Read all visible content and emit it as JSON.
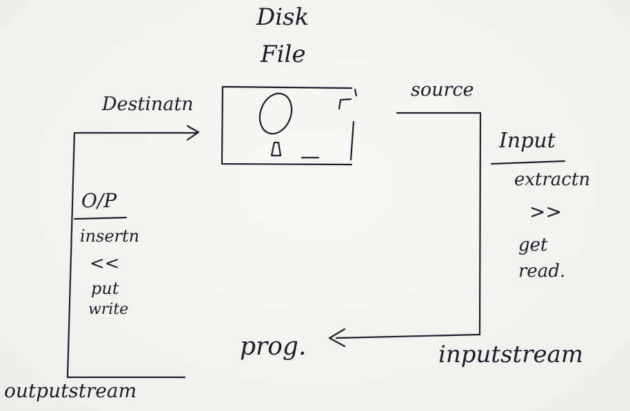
{
  "diagram": {
    "top_title_line1": "Disk",
    "top_title_line2": "File",
    "destination_label": "Destinatn",
    "source_label": "source",
    "input_heading": "Input",
    "input_ops": [
      "extractn",
      ">>",
      "get",
      "read."
    ],
    "output_heading": "O/P",
    "output_ops": [
      "insertn",
      "<<",
      "put",
      "write"
    ],
    "prog_label": "prog.",
    "input_stream_label": "inputstream",
    "output_stream_label": "outputstream"
  }
}
